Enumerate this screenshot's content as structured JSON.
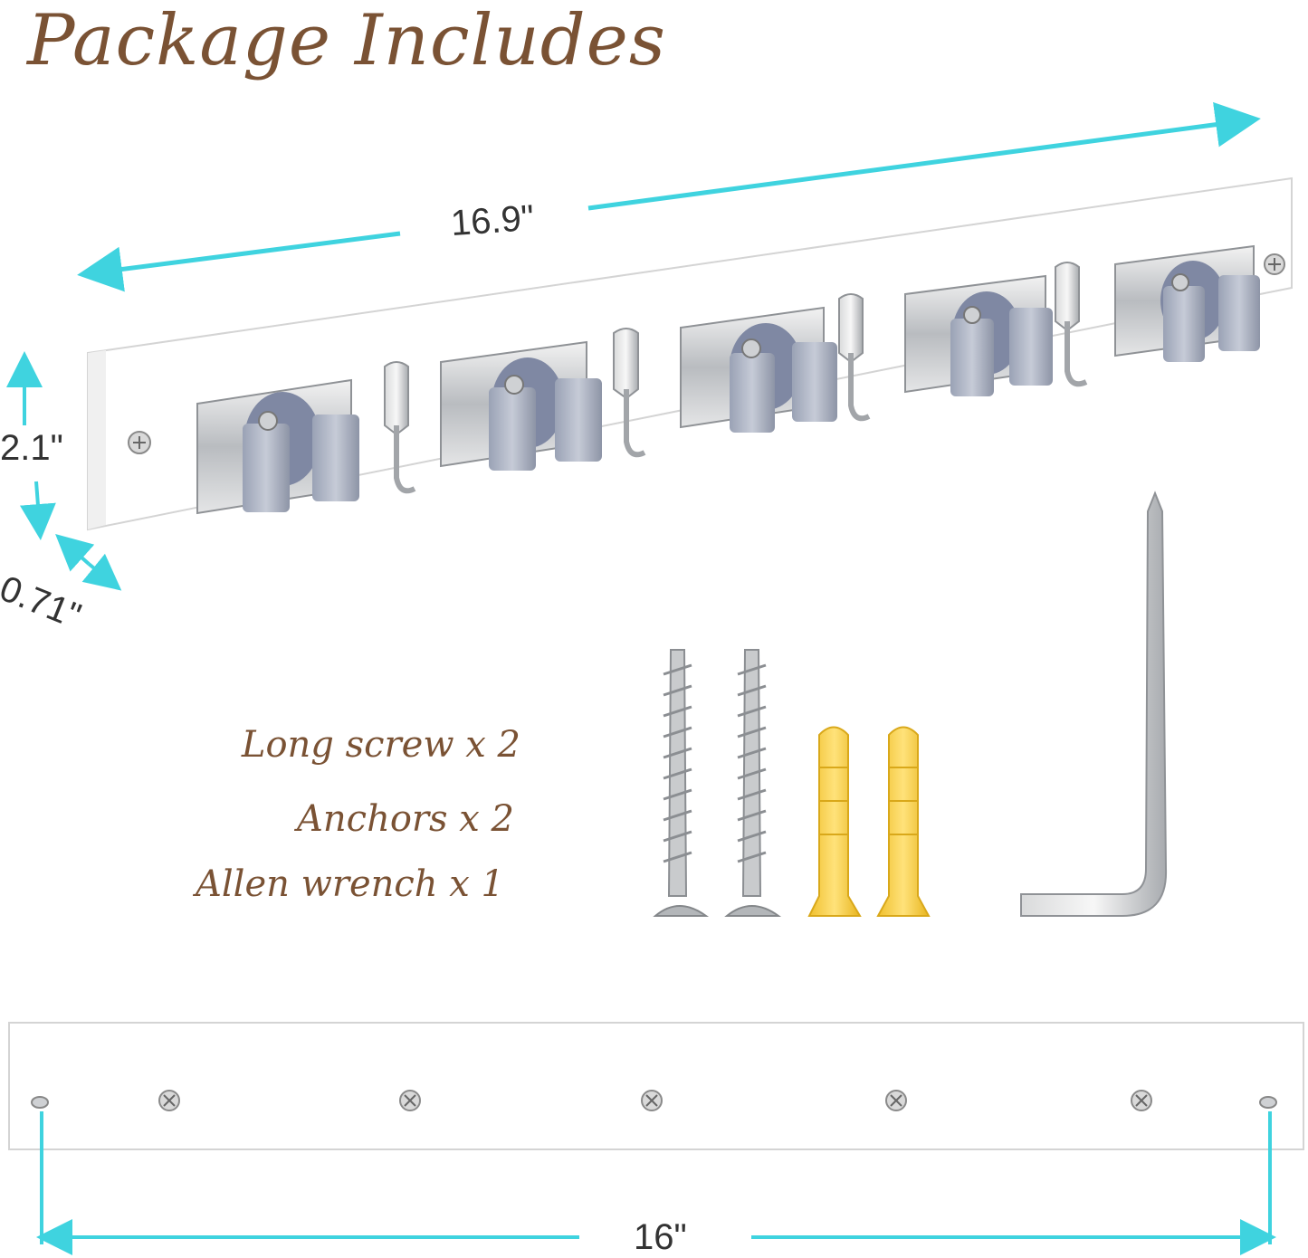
{
  "heading": "Package Includes",
  "dimensions": {
    "width": "16.9\"",
    "height": "2.1\"",
    "depth": "0.71\"",
    "hole_spacing": "16\""
  },
  "contents": [
    "Long screw x 2",
    "Anchors x 2",
    "Allen wrench x 1"
  ],
  "colors": {
    "accent_text": "#7a5234",
    "dimension_line": "#3fd3df",
    "anchor_yellow": "#f6d047"
  }
}
